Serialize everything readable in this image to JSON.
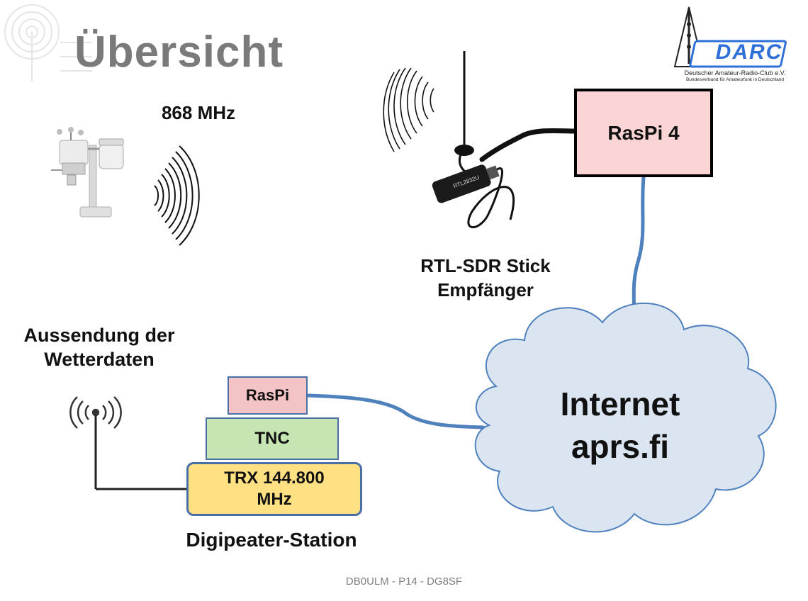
{
  "slide": {
    "title": "Übersicht",
    "footer": "DB0ULM - P14 - DG8SF"
  },
  "logo": {
    "abbr": "DARC",
    "line1": "Deutscher Amateur-Radio-Club e.V.",
    "line2": "Bundesverband für Amateurfunk in Deutschland",
    "badge_letters": "DARC"
  },
  "weather_station": {
    "frequency": "868 MHz"
  },
  "receiver": {
    "label_line1": "RTL-SDR Stick",
    "label_line2": "Empfänger",
    "stick_print": "RTL2832U"
  },
  "raspi4": {
    "label": "RasPi 4",
    "color": "#fbd5d5"
  },
  "cloud": {
    "line1": "Internet",
    "line2": "aprs.fi",
    "color": "#dbe4f1"
  },
  "transmission": {
    "label_line1": "Aussendung der",
    "label_line2": "Wetterdaten"
  },
  "digipeater": {
    "raspi": "RasPi",
    "tnc": "TNC",
    "trx_line1": "TRX 144.800",
    "trx_line2": "MHz",
    "caption": "Digipeater-Station",
    "raspi_color": "#f4c3c6",
    "tnc_color": "#c6e5b3",
    "trx_color": "#ffe082"
  },
  "colors": {
    "link": "#4f81bd",
    "title": "#7a7a7a",
    "logo_blue": "#2e6fd8"
  }
}
